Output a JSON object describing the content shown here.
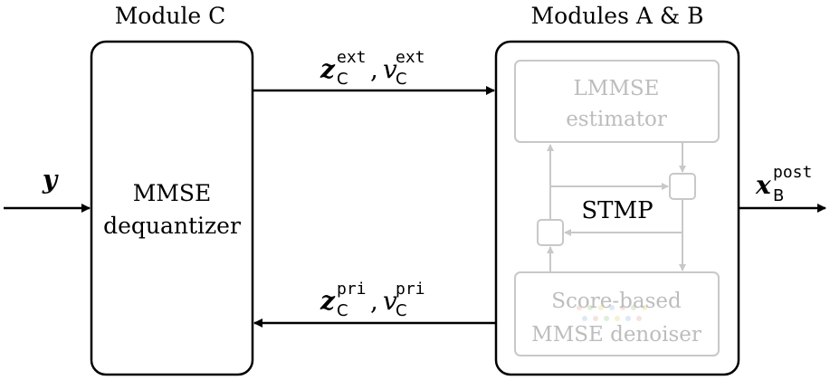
{
  "module_c": {
    "title": "Module C",
    "line1": "MMSE",
    "line2": "dequantizer"
  },
  "module_ab": {
    "title": "Modules A & B",
    "lmmse_line1": "LMMSE",
    "lmmse_line2": "estimator",
    "stmp": "STMP",
    "denoiser_line1": "Score-based",
    "denoiser_line2": "MMSE denoiser"
  },
  "signals": {
    "input": {
      "var": "y"
    },
    "output": {
      "var": "x",
      "sub": "B",
      "sup": "post"
    },
    "ext": {
      "z": "z",
      "v": "v",
      "sub": "C",
      "sup": "ext",
      "sep": ","
    },
    "pri": {
      "z": "z",
      "v": "v",
      "sub": "C",
      "sup": "pri",
      "sep": ","
    }
  },
  "colors": {
    "stroke": "#000000",
    "faded": "#c8c8c8",
    "faded_text": "#bdbdbd"
  }
}
